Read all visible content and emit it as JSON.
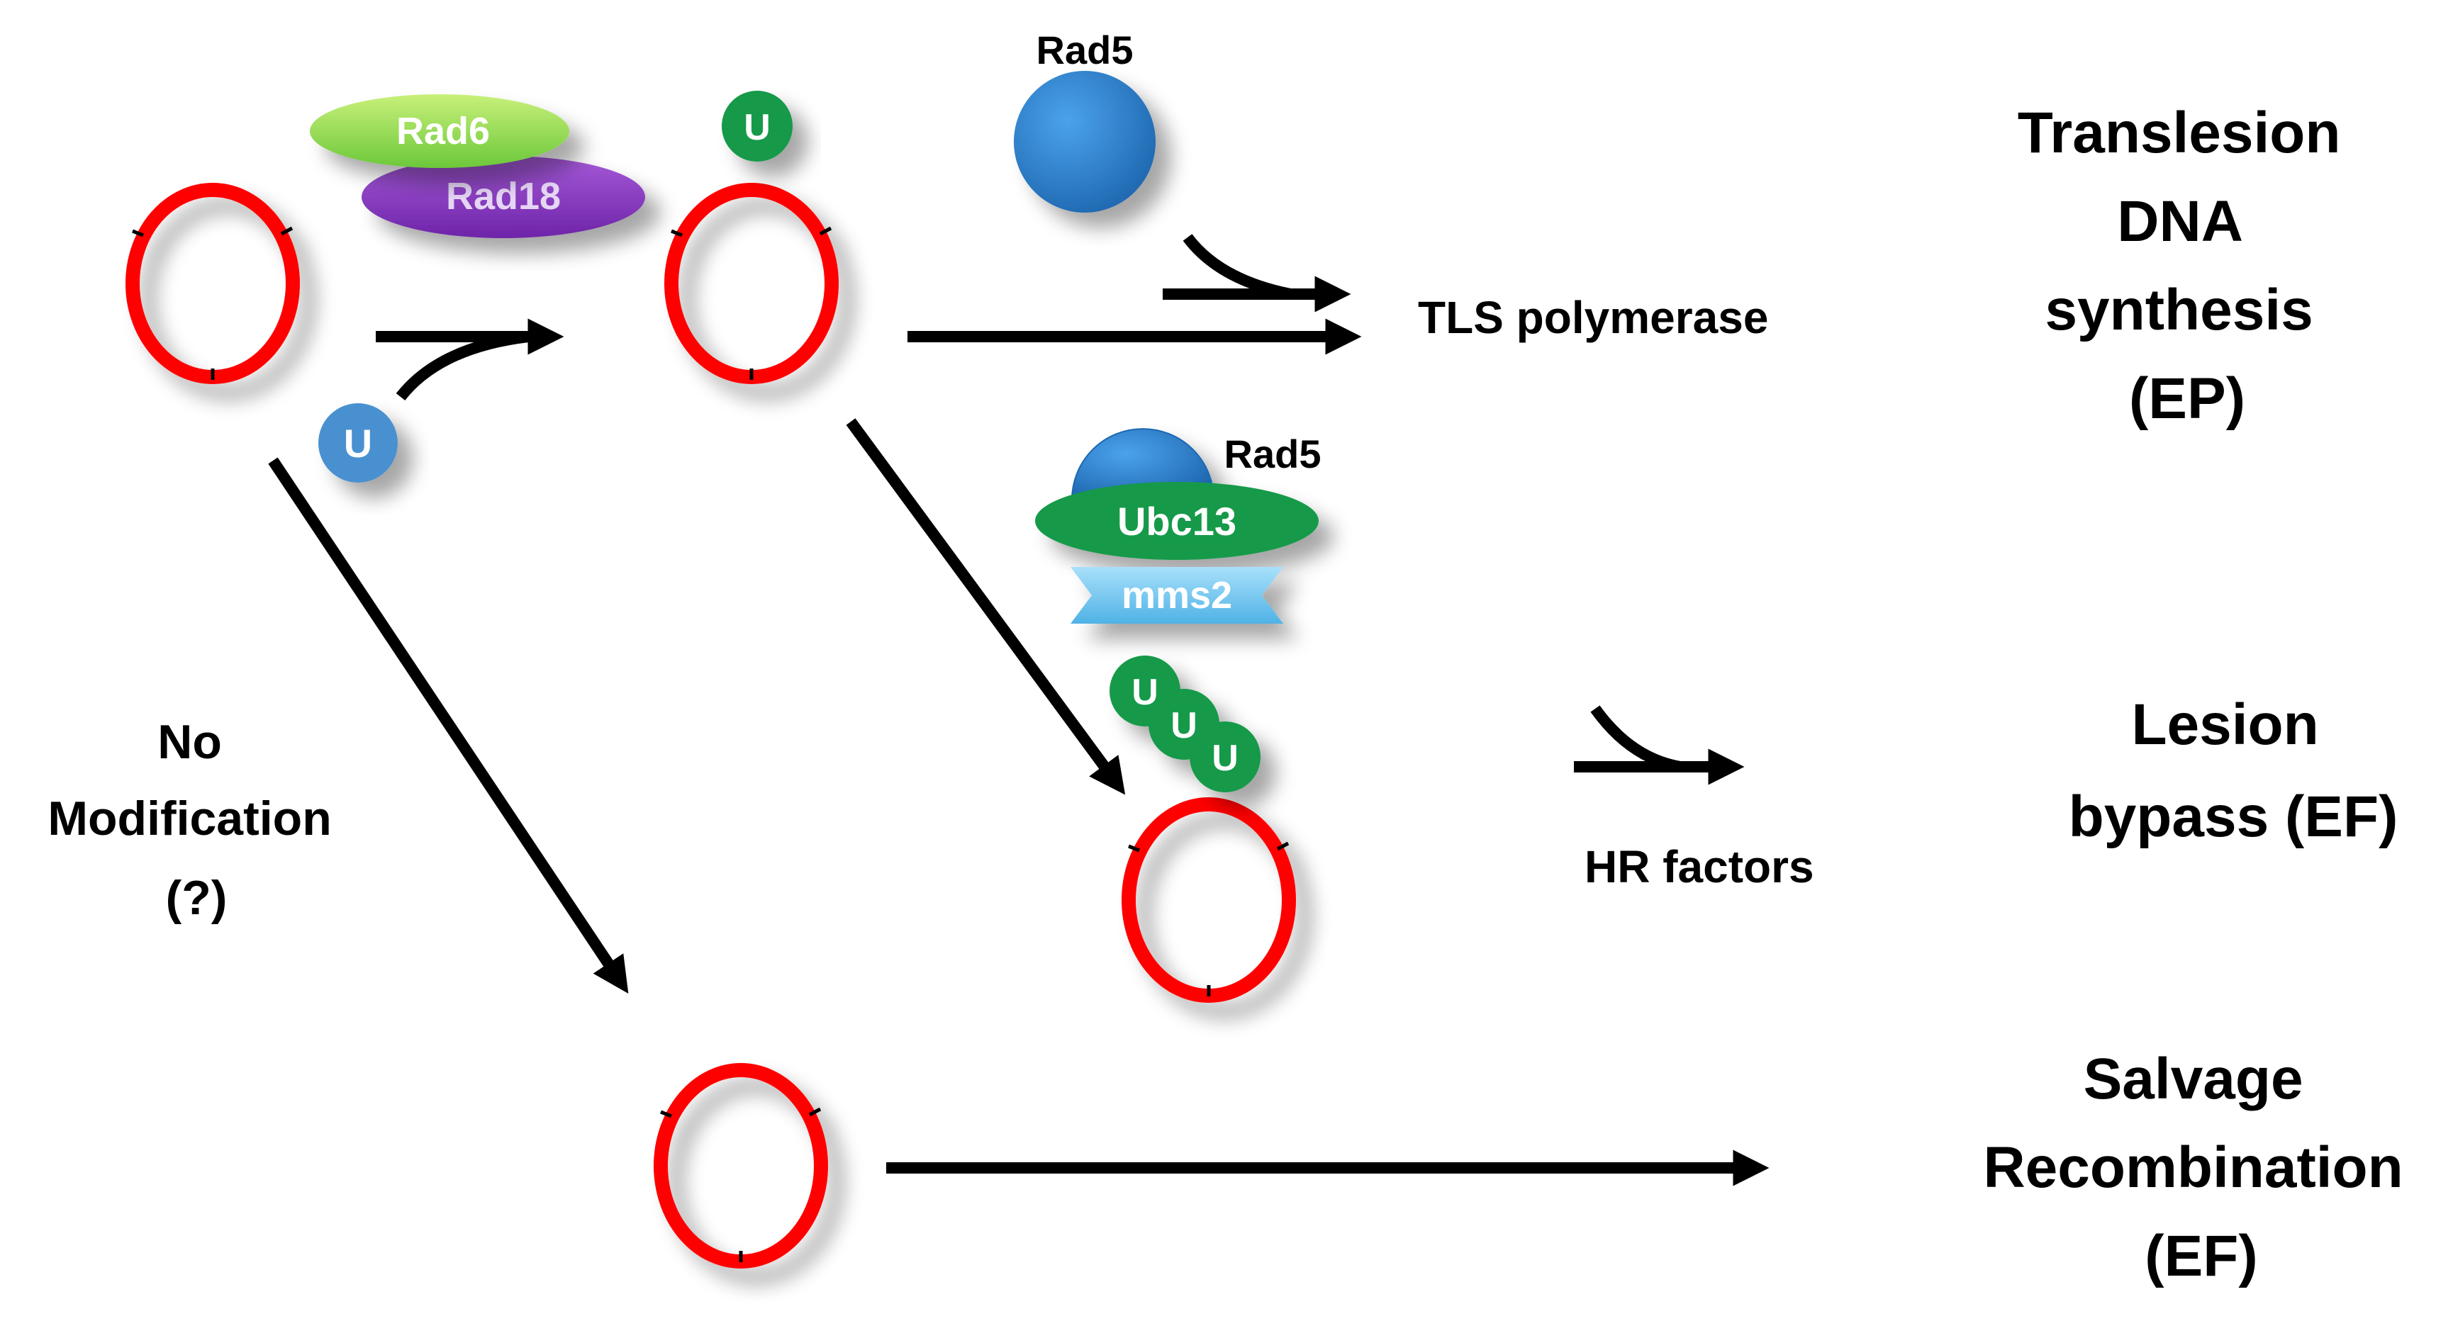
{
  "proteins": {
    "rad6": "Rad6",
    "rad18": "Rad18",
    "rad5_top": "Rad5",
    "rad5_complex": "Rad5",
    "ubc13": "Ubc13",
    "mms2": "mms2"
  },
  "ubiquitin_label": "U",
  "labels": {
    "tls_polymerase": "TLS polymerase",
    "hr_factors": "HR factors",
    "no_modification": [
      "No",
      "Modification",
      "(?)"
    ]
  },
  "outcomes": {
    "tls": [
      "Translesion",
      "DNA",
      "synthesis",
      "(EP)"
    ],
    "lesion_bypass": [
      "Lesion",
      "bypass (EF)"
    ],
    "salvage": [
      "Salvage",
      "Recombination",
      "(EF)"
    ]
  },
  "colors": {
    "pcna_ring": "#ff0000",
    "arrow": "#000000",
    "rad6": "#8fe05a",
    "rad18": "#8a3cc8",
    "rad5": "#2b7fd0",
    "ubc13": "#159a4a",
    "mms2": "#7ecdf2",
    "ubiquitin_blue": "#4a90d0",
    "ubiquitin_green": "#15994a"
  }
}
